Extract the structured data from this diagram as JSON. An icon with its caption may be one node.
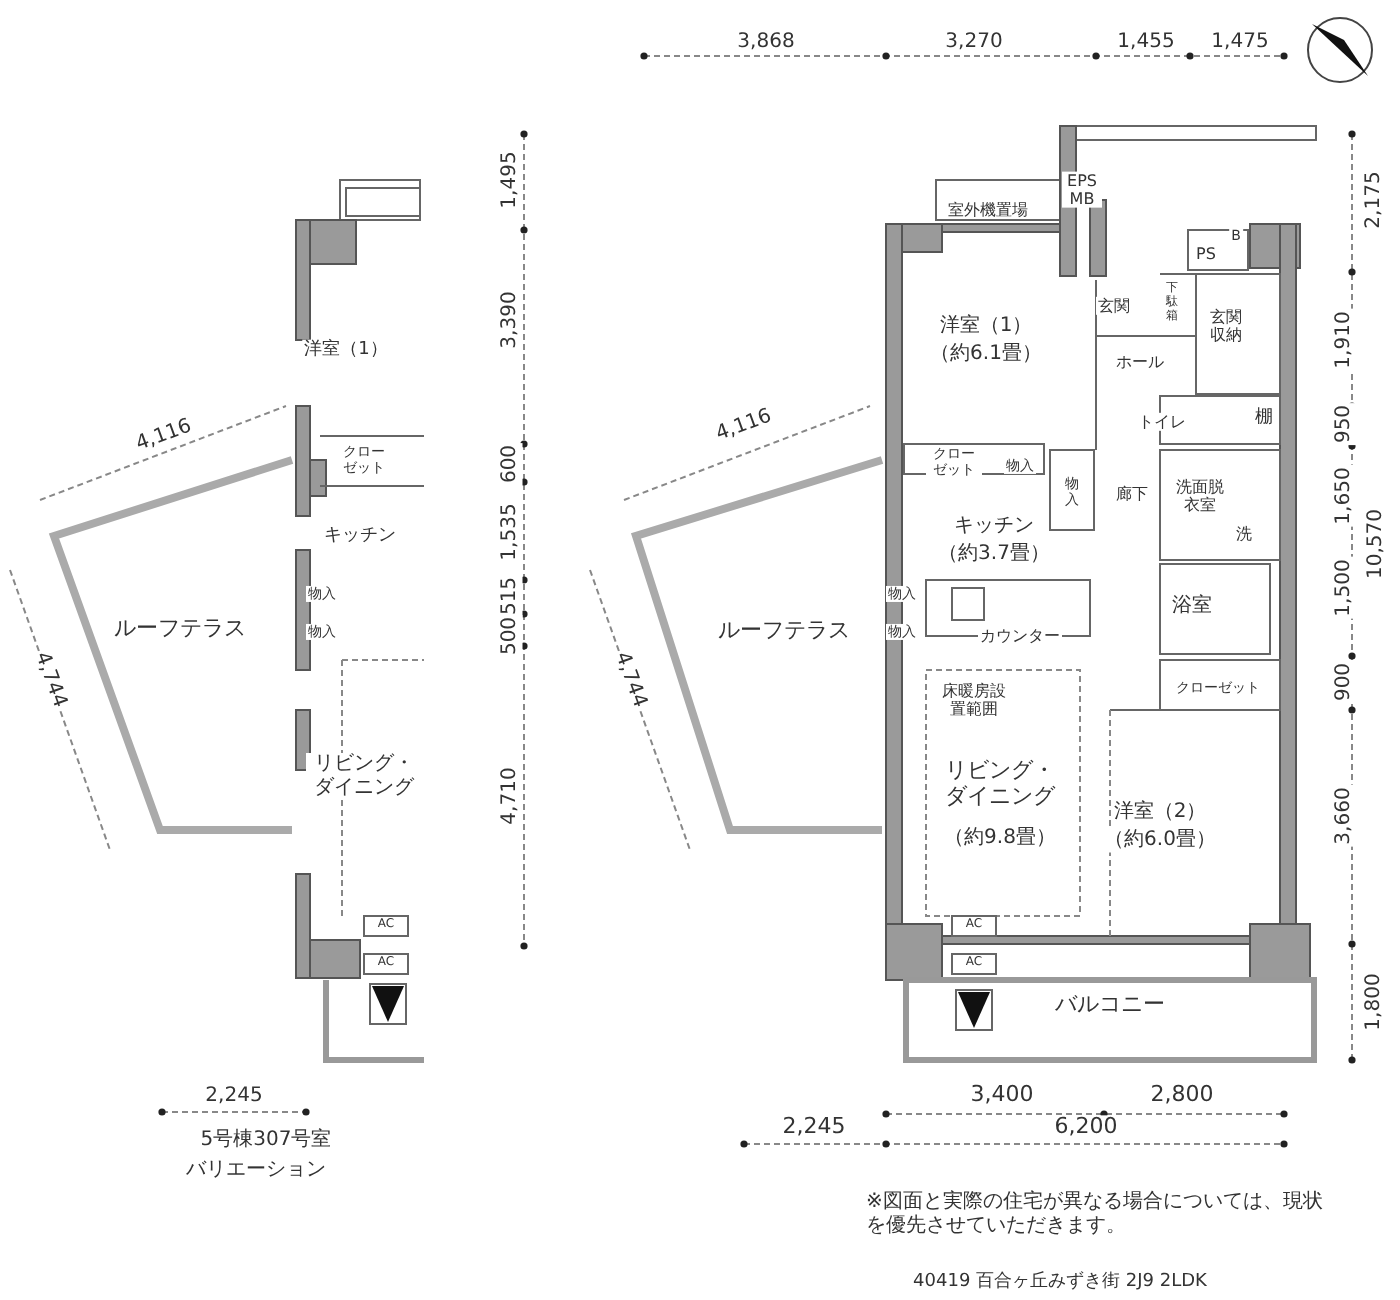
{
  "diagram": {
    "labels": [
      "洋室（1）",
      "4,116",
      "クローゼット",
      "キッチン",
      "ルーフテラス",
      "物入",
      "物入",
      "4,744",
      "リビング・ダイニング",
      "AC",
      "AC",
      "2,245",
      "5号棟307号室",
      "バリエーション",
      "1,495",
      "3,390",
      "600",
      "1,535",
      "515",
      "500",
      "4,710",
      "3,868",
      "3,270",
      "1,455",
      "1,475",
      "室外機置場",
      "EPS MB",
      "PS",
      "B",
      "2,175",
      "玄関",
      "下駄箱",
      "玄関収納",
      "洋室（1）",
      "（約6.1畳）",
      "ホール",
      "1,910",
      "4,116",
      "トイレ",
      "棚",
      "950",
      "クローゼット",
      "物入",
      "物入",
      "廊下",
      "洗面脱衣室",
      "洗",
      "1,650",
      "キッチン",
      "（約3.7畳）",
      "物入",
      "物入",
      "カウンター",
      "ルーフテラス",
      "浴室",
      "1,500",
      "10,570",
      "クローゼット",
      "900",
      "4,744",
      "床暖房設置範囲",
      "リビング・ダイニング",
      "（約9.8畳）",
      "洋室（2）",
      "（約6.0畳）",
      "3,660",
      "AC",
      "AC",
      "バルコニー",
      "1,800",
      "3,400",
      "2,800",
      "2,245",
      "6,200",
      "※図面と実際の住宅が異なる場合については、現状を優先させていただきます。",
      "40419 百合ヶ丘みずき街 2J9 2LDK"
    ]
  }
}
